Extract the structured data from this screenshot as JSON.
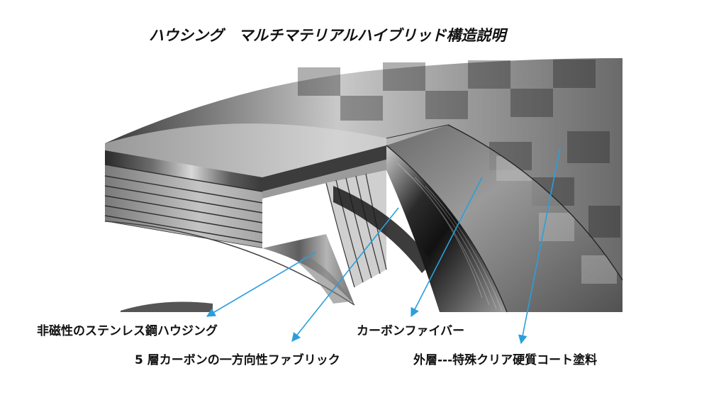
{
  "title": "ハウシング　マルチマテリアルハイブリッド構造説明",
  "labels": {
    "stainless": "非磁性のステンレス鋼ハウジング",
    "fabric": "5 層カーボンの一方向性ファブリック",
    "fiber": "カーボンファイバー",
    "coating": "外層---特殊クリア硬質コート塗料"
  },
  "colors": {
    "arrow": "#2a9fdc",
    "text": "#111111"
  }
}
